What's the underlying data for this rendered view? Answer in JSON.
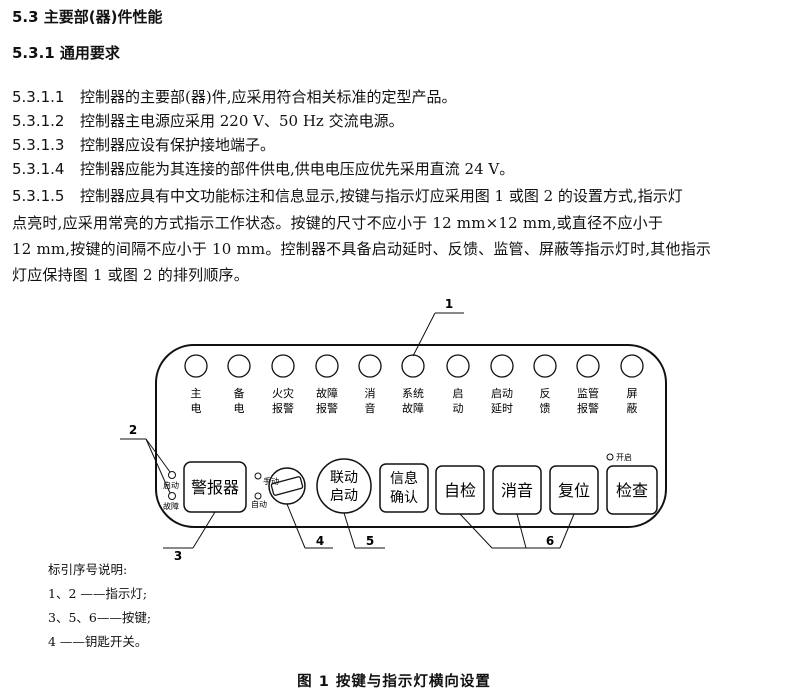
{
  "section": {
    "title": "5.3  主要部(器)件性能"
  },
  "subsection": {
    "title": "5.3.1   通用要求"
  },
  "clauses": [
    {
      "num": "5.3.1.1",
      "text": "控制器的主要部(器)件,应采用符合相关标准的定型产品。"
    },
    {
      "num": "5.3.1.2",
      "text": "控制器主电源应采用 220 V、50 Hz 交流电源。"
    },
    {
      "num": "5.3.1.3",
      "text": "控制器应设有保护接地端子。"
    },
    {
      "num": "5.3.1.4",
      "text": "控制器应能为其连接的部件供电,供电电压应优先采用直流 24 V。"
    },
    {
      "num": "5.3.1.5",
      "text": "控制器应具有中文功能标注和信息显示,按键与指示灯应采用图 1 或图 2 的设置方式,指示灯"
    }
  ],
  "clause_cont": [
    "点亮时,应采用常亮的方式指示工作状态。按键的尺寸不应小于 12 mm×12 mm,或直径不应小于",
    "12 mm,按键的间隔不应小于 10 mm。控制器不具备启动延时、反馈、监管、屏蔽等指示灯时,其他指示",
    "灯应保持图 1 或图 2 的排列顺序。"
  ],
  "figure": {
    "lamps": [
      [
        "主",
        "电"
      ],
      [
        "备",
        "电"
      ],
      [
        "火灾",
        "报警"
      ],
      [
        "故障",
        "报警"
      ],
      [
        "消",
        "音"
      ],
      [
        "系统",
        "故障"
      ],
      [
        "启",
        "动"
      ],
      [
        "启动",
        "延时"
      ],
      [
        "反",
        "馈"
      ],
      [
        "监管",
        "报警"
      ],
      [
        "屏",
        "蔽"
      ]
    ],
    "mini_lamps": {
      "start": "启动",
      "fault": "故障",
      "check_start": "开启"
    },
    "switch_labels": {
      "manual": "手动",
      "auto": "自动"
    },
    "buttons": {
      "alarm": "警报器",
      "linkage": [
        "联动",
        "启动"
      ],
      "info": [
        "信息",
        "确认"
      ],
      "selftest": "自检",
      "mute": "消音",
      "reset": "复位",
      "check": "检查"
    },
    "callouts": [
      "1",
      "2",
      "3",
      "4",
      "5",
      "6"
    ]
  },
  "legend": {
    "title": "标引序号说明:",
    "items": [
      "1、2  ——指示灯;",
      "3、5、6——按键;",
      "4      ——钥匙开关。"
    ]
  },
  "caption": "图 1   按键与指示灯横向设置"
}
